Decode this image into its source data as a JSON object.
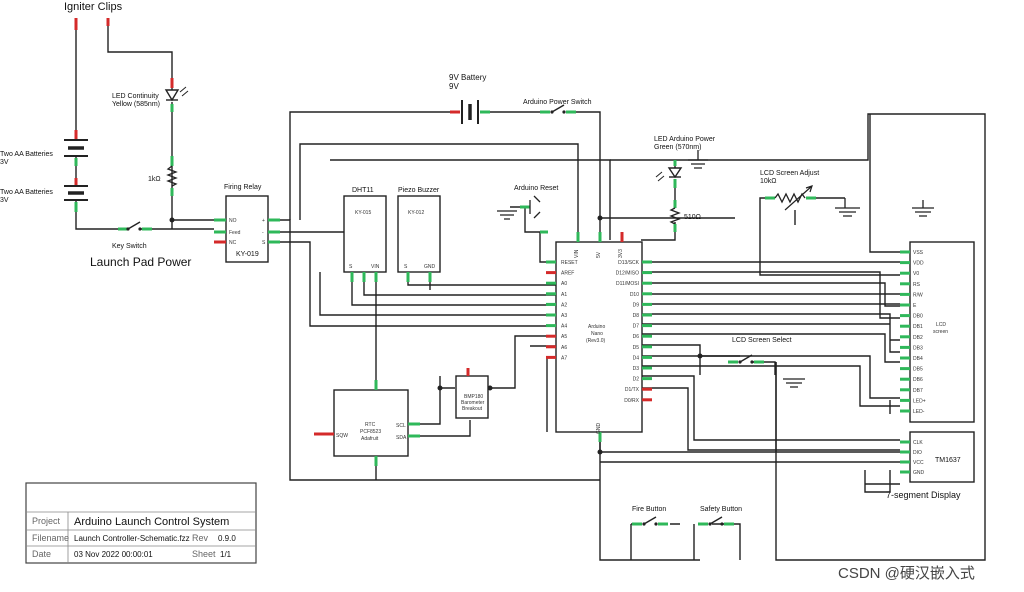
{
  "labels": {
    "igniter": "Igniter Clips",
    "led_cont_1": "LED Continuity",
    "led_cont_2": "Yellow (585nm)",
    "aa1_1": "Two AA Batteries",
    "aa1_2": "3V",
    "aa2_1": "Two AA Batteries",
    "aa2_2": "3V",
    "res1k": "1kΩ",
    "key_switch": "Key Switch",
    "launch_pad": "Launch Pad Power",
    "firing_relay": "Firing Relay",
    "relay_part": "KY-019",
    "relay_no": "NO",
    "relay_feed": "Feed",
    "relay_nc": "NC",
    "relay_plus": "+",
    "relay_minus": "-",
    "relay_s": "S",
    "bat9_1": "9V Battery",
    "bat9_2": "9V",
    "arduino_power": "Arduino Power Switch",
    "dht_title": "DHT11",
    "dht_part": "KY-015",
    "piezo_title": "Piezo Buzzer",
    "piezo_part": "KY-012",
    "pin_s": "S",
    "pin_vin": "VIN",
    "pin_gnd": "GND",
    "reset_label": "Arduino Reset",
    "led_pwr_1": "LED Arduino Power",
    "led_pwr_2": "Green (570nm)",
    "res510": "510Ω",
    "lcd_adj_1": "LCD Screen Adjust",
    "lcd_adj_2": "10kΩ",
    "lcd_select": "LCD Screen Select",
    "nano_1": "Arduino",
    "nano_2": "Nano",
    "nano_3": "(Rev3.0)",
    "nano_left_pins": [
      "RESET",
      "AREF",
      "A0",
      "A1",
      "A2",
      "A3",
      "A4",
      "A5",
      "A6",
      "A7"
    ],
    "nano_right_pins": [
      "D13/SCK",
      "D12/MISO",
      "D11/MOSI",
      "D10",
      "D9",
      "D8",
      "D7",
      "D6",
      "D5",
      "D4",
      "D3",
      "D2",
      "D1/TX",
      "D0/RX"
    ],
    "nano_top_pins": [
      "VIN",
      "5V",
      "3V3"
    ],
    "nano_bottom_pin": "GND",
    "lcd_1": "LCD",
    "lcd_2": "screen",
    "lcd_pins": [
      "VSS",
      "VDD",
      "V0",
      "RS",
      "R/W",
      "E",
      "DB0",
      "DB1",
      "DB2",
      "DB3",
      "DB4",
      "DB5",
      "DB6",
      "DB7",
      "LED+",
      "LED-"
    ],
    "tm_title": "TM1637",
    "tm_pins": [
      "CLK",
      "DIO",
      "VCC",
      "GND"
    ],
    "seg_display": "7-segment Display",
    "rtc_1": "RTC",
    "rtc_2": "PCF8523",
    "rtc_3": "Adafruit",
    "rtc_sqw": "SQW",
    "rtc_scl": "SCL",
    "rtc_sda": "SDA",
    "bmp_1": "BMP180",
    "bmp_2": "Barometer",
    "bmp_3": "Breakout",
    "fire_button": "Fire Button",
    "safety_button": "Safety Button",
    "watermark": "CSDN @硬汉嵌入式"
  },
  "title_block": {
    "project_label": "Project",
    "project_value": "Arduino Launch Control System",
    "filename_label": "Filename",
    "filename_value": "Launch Controller-Schematic.fzz",
    "rev_label": "Rev",
    "rev_value": "0.9.0",
    "date_label": "Date",
    "date_value": "03 Nov 2022 00:00:01",
    "sheet_label": "Sheet",
    "sheet_value": "1/1"
  },
  "colors": {
    "wire": "#222222",
    "pin_unconnected": "#d42a2a",
    "pin_connected": "#2fb85a"
  }
}
